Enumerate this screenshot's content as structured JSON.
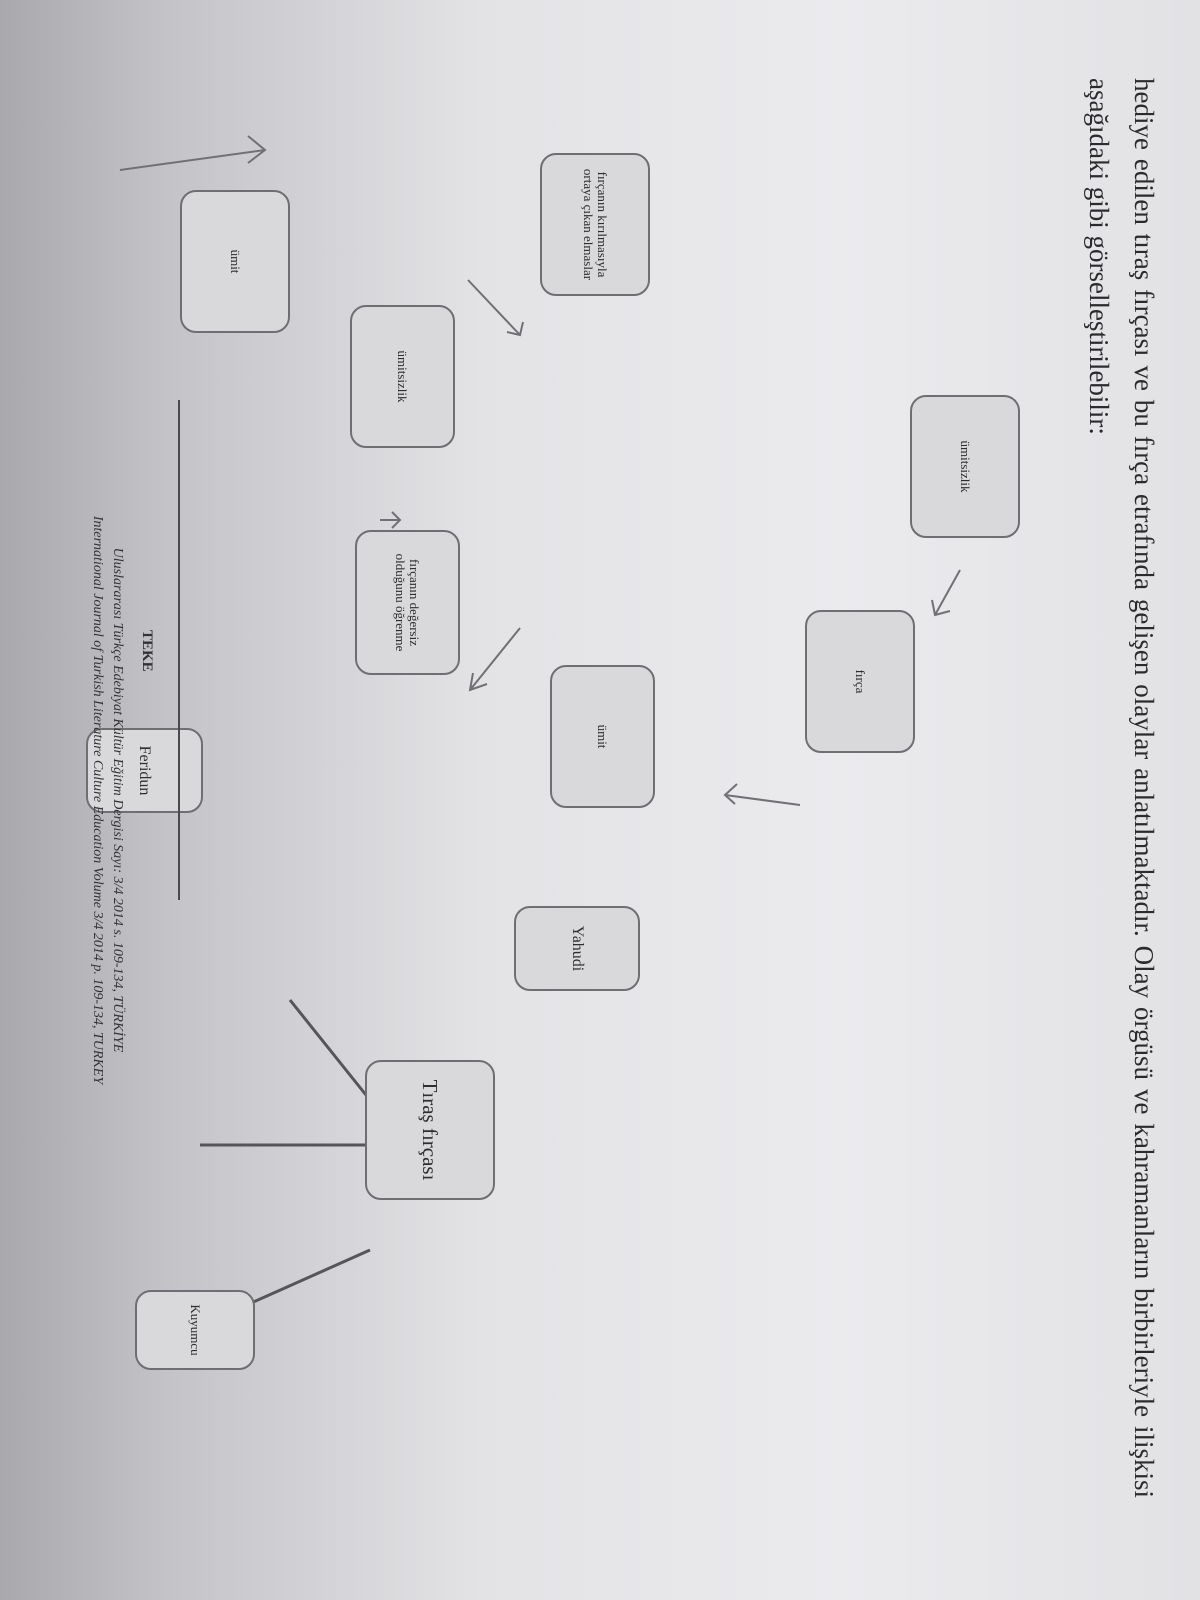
{
  "intro_text": "hediye edilen tıraş fırçası ve bu fırça etrafında gelişen olaylar anlatılmaktadır. Olay örgüsü ve kahramanların birbirleriyle ilişkisi aşağıdaki gibi görselleştirilebilir:",
  "diagram": {
    "center": "Tıraş fırçası",
    "feridun": "Feridun",
    "yahudi": "Yahudi",
    "kuyumcu": "Kuyumcu",
    "umit_1": "ümit",
    "firca": "fırça",
    "umitsizlik_1": "ümitsizlik",
    "umit_2": "ümit",
    "elmaslar": "fırçanın kırılmasıyla ortaya çıkan elmaslar",
    "umitsizlik_2": "ümitsizlik",
    "degersiz": "fırçanın değersiz olduğunu öğrenme"
  },
  "footer": {
    "logo": "TEKE",
    "line1": "Uluslararası Türkçe Edebiyat Kültür Eğitim Dergisi Sayı: 3/4 2014 s. 109-134, TÜRKİYE",
    "line2": "International Journal of Turkish Literature Culture Education Volume 3/4 2014 p. 109-134, TURKEY"
  }
}
